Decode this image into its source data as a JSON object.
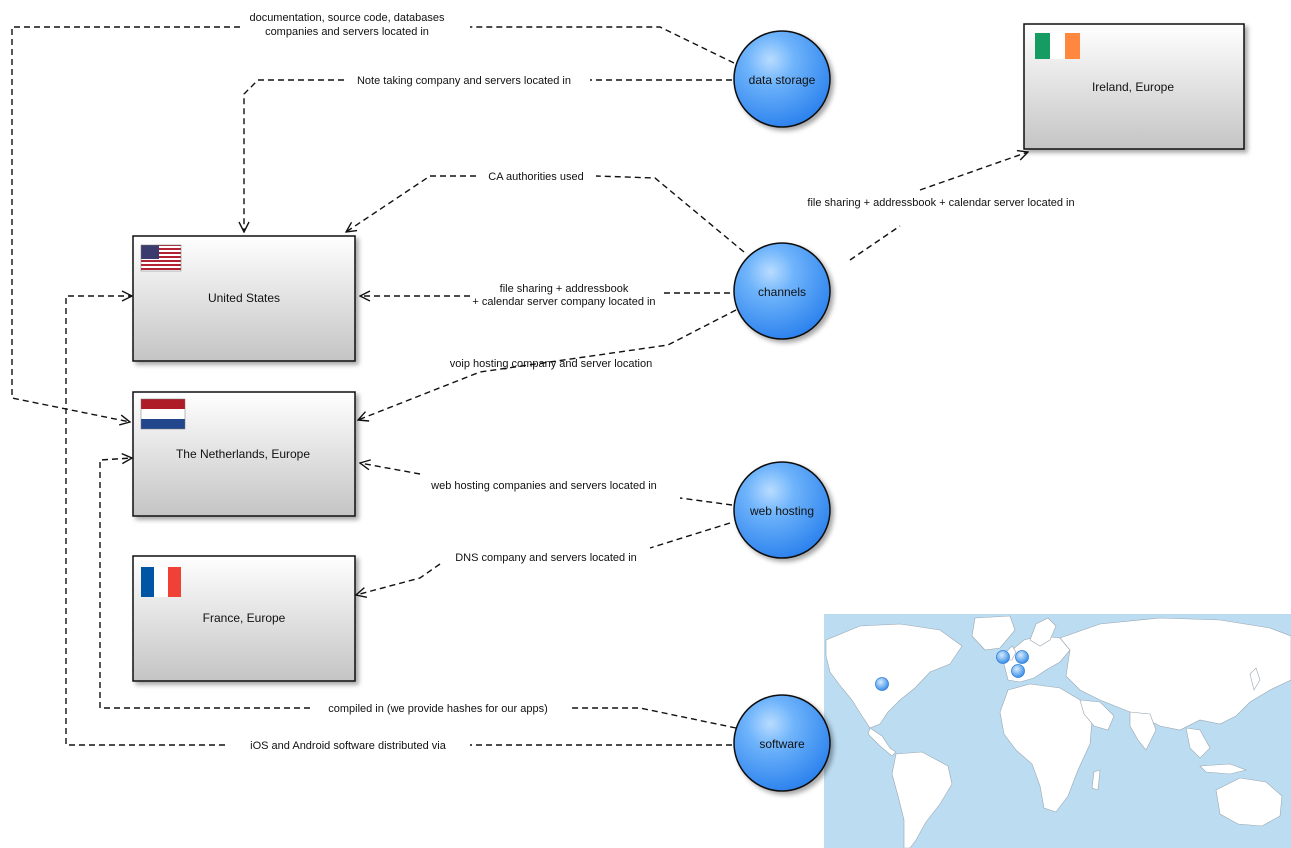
{
  "services": {
    "data_storage": "data storage",
    "channels": "channels",
    "web_hosting": "web hosting",
    "software": "software"
  },
  "countries": {
    "us": "United States",
    "nl": "The Netherlands, Europe",
    "fr": "France, Europe",
    "ie": "Ireland, Europe"
  },
  "edges": {
    "docs_line1": "documentation, source code, databases",
    "docs_line2": "companies and servers located in",
    "note_taking": "Note taking company and servers located in",
    "ca": "CA authorities used",
    "file_sharing_us_line1": "file sharing + addressbook",
    "file_sharing_us_line2": "+ calendar server company located in",
    "file_sharing_ie": "file sharing + addressbook + calendar server located in",
    "voip": "voip hosting company and server location",
    "web_hosting_servers": "web hosting companies and servers located in",
    "dns": "DNS company and servers located in",
    "compiled": "compiled in (we provide hashes for our apps)",
    "ios_android": "iOS and Android software distributed via"
  },
  "colors": {
    "service_fill": "#4a9cf6",
    "service_highlight": "#b9dcff",
    "box_top": "#ffffff",
    "box_bottom": "#c8c8c8",
    "ocean": "#bcdcf2",
    "land": "#ffffff",
    "marker": "#5aa9f2",
    "us_red": "#b22234",
    "us_blue": "#3c3b6e",
    "nl_red": "#ae1c28",
    "nl_blue": "#21468b",
    "fr_blue": "#0055a4",
    "fr_red": "#ef4135",
    "ie_green": "#169b62",
    "ie_orange": "#ff883e"
  },
  "map": {
    "marker_count": 4
  }
}
